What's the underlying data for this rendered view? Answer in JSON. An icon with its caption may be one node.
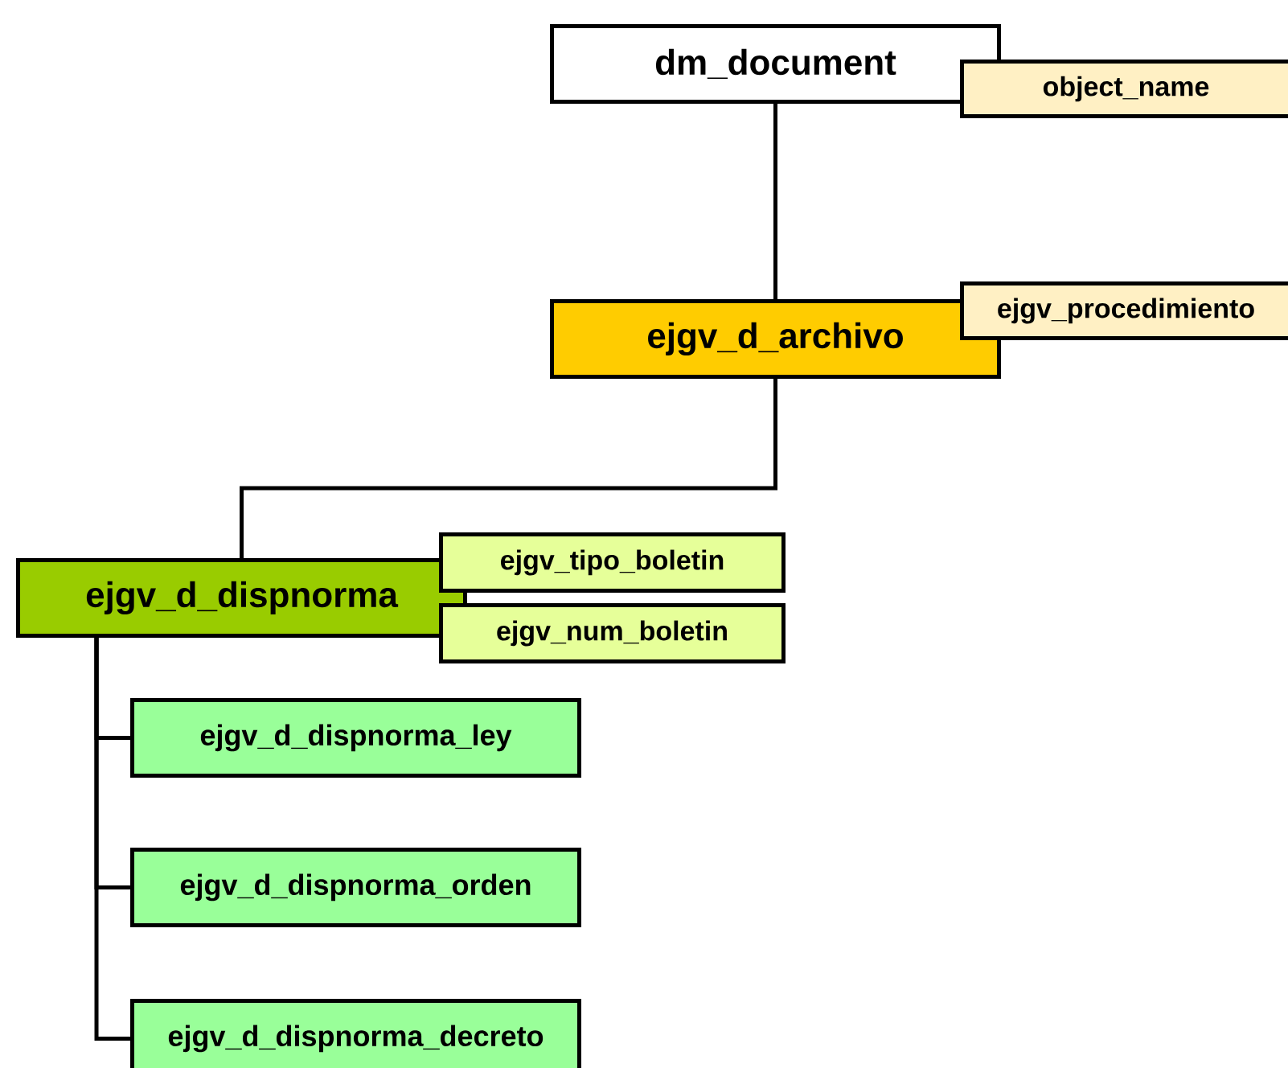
{
  "diagram": {
    "nodes": [
      {
        "text": [
          "dm_document"
        ]
      },
      {
        "text": [
          "object_name"
        ]
      },
      {
        "text": [
          "ejgv_d_archivo"
        ]
      },
      {
        "text": [
          "ejgv_procedimiento"
        ]
      },
      {
        "text": [
          "ejgv_d_dispnorma"
        ]
      },
      {
        "text": [
          "ejgv_tipo_boletin"
        ]
      },
      {
        "text": [
          "ejgv_num_boletin"
        ]
      },
      {
        "text": [
          "ejgv_d_dispnorma_ley"
        ]
      },
      {
        "text": [
          "ejgv_d_dispnorma_orden"
        ]
      },
      {
        "text": [
          "ejgv_d_dispnorma_decreto"
        ]
      }
    ],
    "edges": [
      {
        "from": 0,
        "to": 2,
        "arrow": "none"
      },
      {
        "from": 2,
        "to": 4,
        "arrow": "none"
      },
      {
        "from": 4,
        "to": 7,
        "arrow": "none"
      },
      {
        "from": 4,
        "to": 8,
        "arrow": "none"
      },
      {
        "from": 4,
        "to": 9,
        "arrow": "none"
      }
    ]
  }
}
